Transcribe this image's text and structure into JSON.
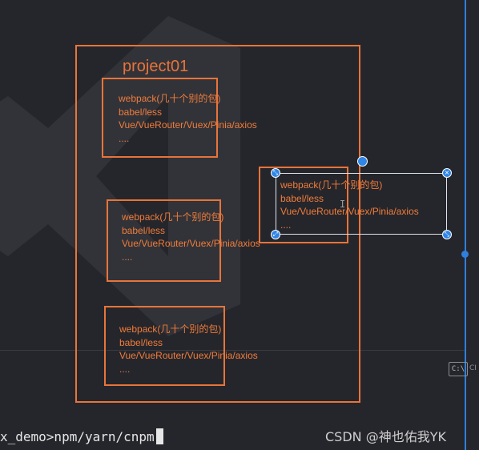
{
  "diagram": {
    "project_title": "project01",
    "packages": [
      {
        "lines": [
          "webpack(几十个别的包)",
          "babel/less",
          "Vue/VueRouter/Vuex/Pinia/axios",
          "...."
        ]
      },
      {
        "lines": [
          "webpack(几十个别的包)",
          "babel/less",
          "Vue/VueRouter/Vuex/Pinia/axios",
          "...."
        ]
      },
      {
        "lines": [
          "webpack(几十个别的包)",
          "babel/less",
          "Vue/VueRouter/Vuex/Pinia/axios",
          "...."
        ]
      },
      {
        "lines": [
          "webpack(几十个别的包)",
          "babel/less",
          "Vue/VueRouter/Vuex/Pinia/axios",
          "...."
        ]
      }
    ]
  },
  "terminal": {
    "command": "x_demo>npm/yarn/cnpm",
    "icon_label": "C:\\",
    "icon_side_text": "CI"
  },
  "watermark": "CSDN @神也佑我YK",
  "colors": {
    "accent": "#e8743a",
    "selection": "#2f86e6",
    "background": "#25262b"
  },
  "icons": {
    "terminal": "terminal-icon",
    "rotate": "rotate-handle-icon",
    "resize": "resize-handle-icon"
  }
}
